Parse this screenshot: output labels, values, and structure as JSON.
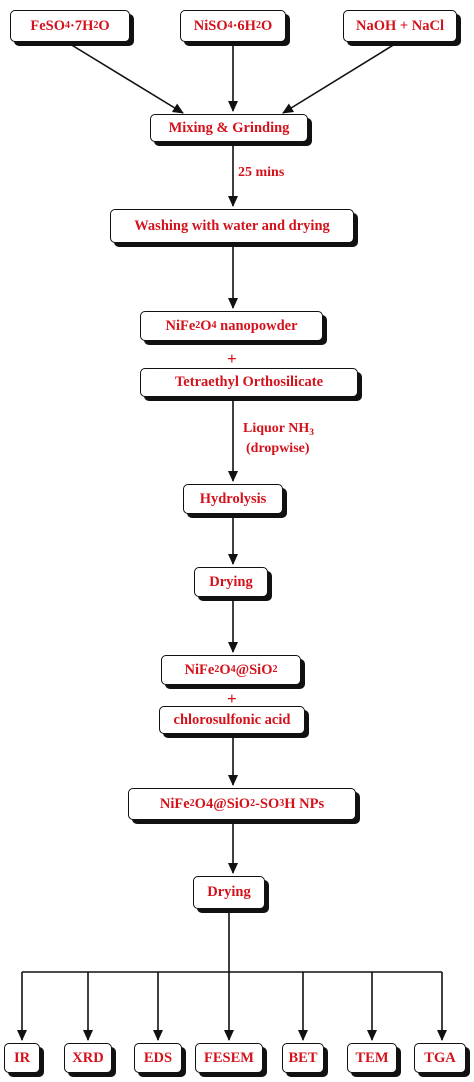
{
  "inputs": {
    "feso4": [
      "FeSO",
      "4",
      "·7H",
      "2",
      "O"
    ],
    "niso4": [
      "NiSO",
      "4",
      "·6H",
      "2",
      "O"
    ],
    "naoh": "NaOH + NaCl"
  },
  "steps": {
    "mixing": "Mixing & Grinding",
    "time_label": "25 mins",
    "washing": "Washing with water and drying",
    "nanopowder": [
      "NiFe",
      "2",
      "O",
      "4",
      " nanopowder"
    ],
    "plus1": "+",
    "teos": "Tetraethyl Orthosilicate",
    "nh3_line1": [
      "Liquor NH",
      "3"
    ],
    "nh3_line2": "(dropwise)",
    "hydrolysis": "Hydrolysis",
    "drying1": "Drying",
    "core_shell": [
      "NiFe",
      "2",
      "O",
      "4",
      "@SiO",
      "2"
    ],
    "plus2": "+",
    "acid": "chlorosulfonic acid",
    "product": [
      "NiFe",
      "2",
      "O4@SiO",
      "2",
      "-SO",
      "3",
      "H NPs"
    ],
    "drying2": "Drying"
  },
  "characterization": [
    "IR",
    "XRD",
    "EDS",
    "FESEM",
    "BET",
    "TEM",
    "TGA"
  ],
  "colors": {
    "text": "#d4121c",
    "line": "#111111",
    "box_bg": "#ffffff"
  }
}
